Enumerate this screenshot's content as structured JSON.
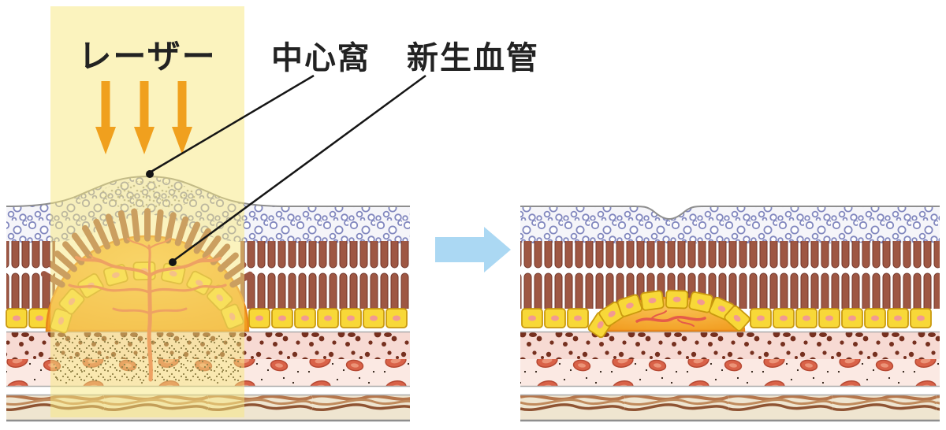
{
  "labels": {
    "laser": "レーザー",
    "fovea": "中心窩",
    "neovascular": "新生血管"
  },
  "colors": {
    "laser_beam": "#F7E87E",
    "laser_arrow": "#F0A01E",
    "flow_arrow": "#ABD8F3",
    "label_text": "#222222",
    "leader_line": "#151515",
    "ring_cell_stroke": "#8187BE",
    "photoreceptor": "#9E5743",
    "photoreceptor_edge": "#71362A",
    "neovascular_mass": "#F5A728",
    "neovascular_edge": "#E8861C",
    "vessel_red": "#E55B49",
    "rpe_cell": "#F8D838",
    "rpe_cell_edge": "#C9990E",
    "rpe_nucleus": "#F29A92",
    "choroid_bg": "#F7DAD3",
    "choroid_dot": "#76301F",
    "blood_band_bg": "#FBE9E3",
    "blood_cell": "#D96248",
    "sclera_bg": "#EFE5D0",
    "sclera_fiber": "#B5764C",
    "outline_gray": "#8E8E8E"
  }
}
